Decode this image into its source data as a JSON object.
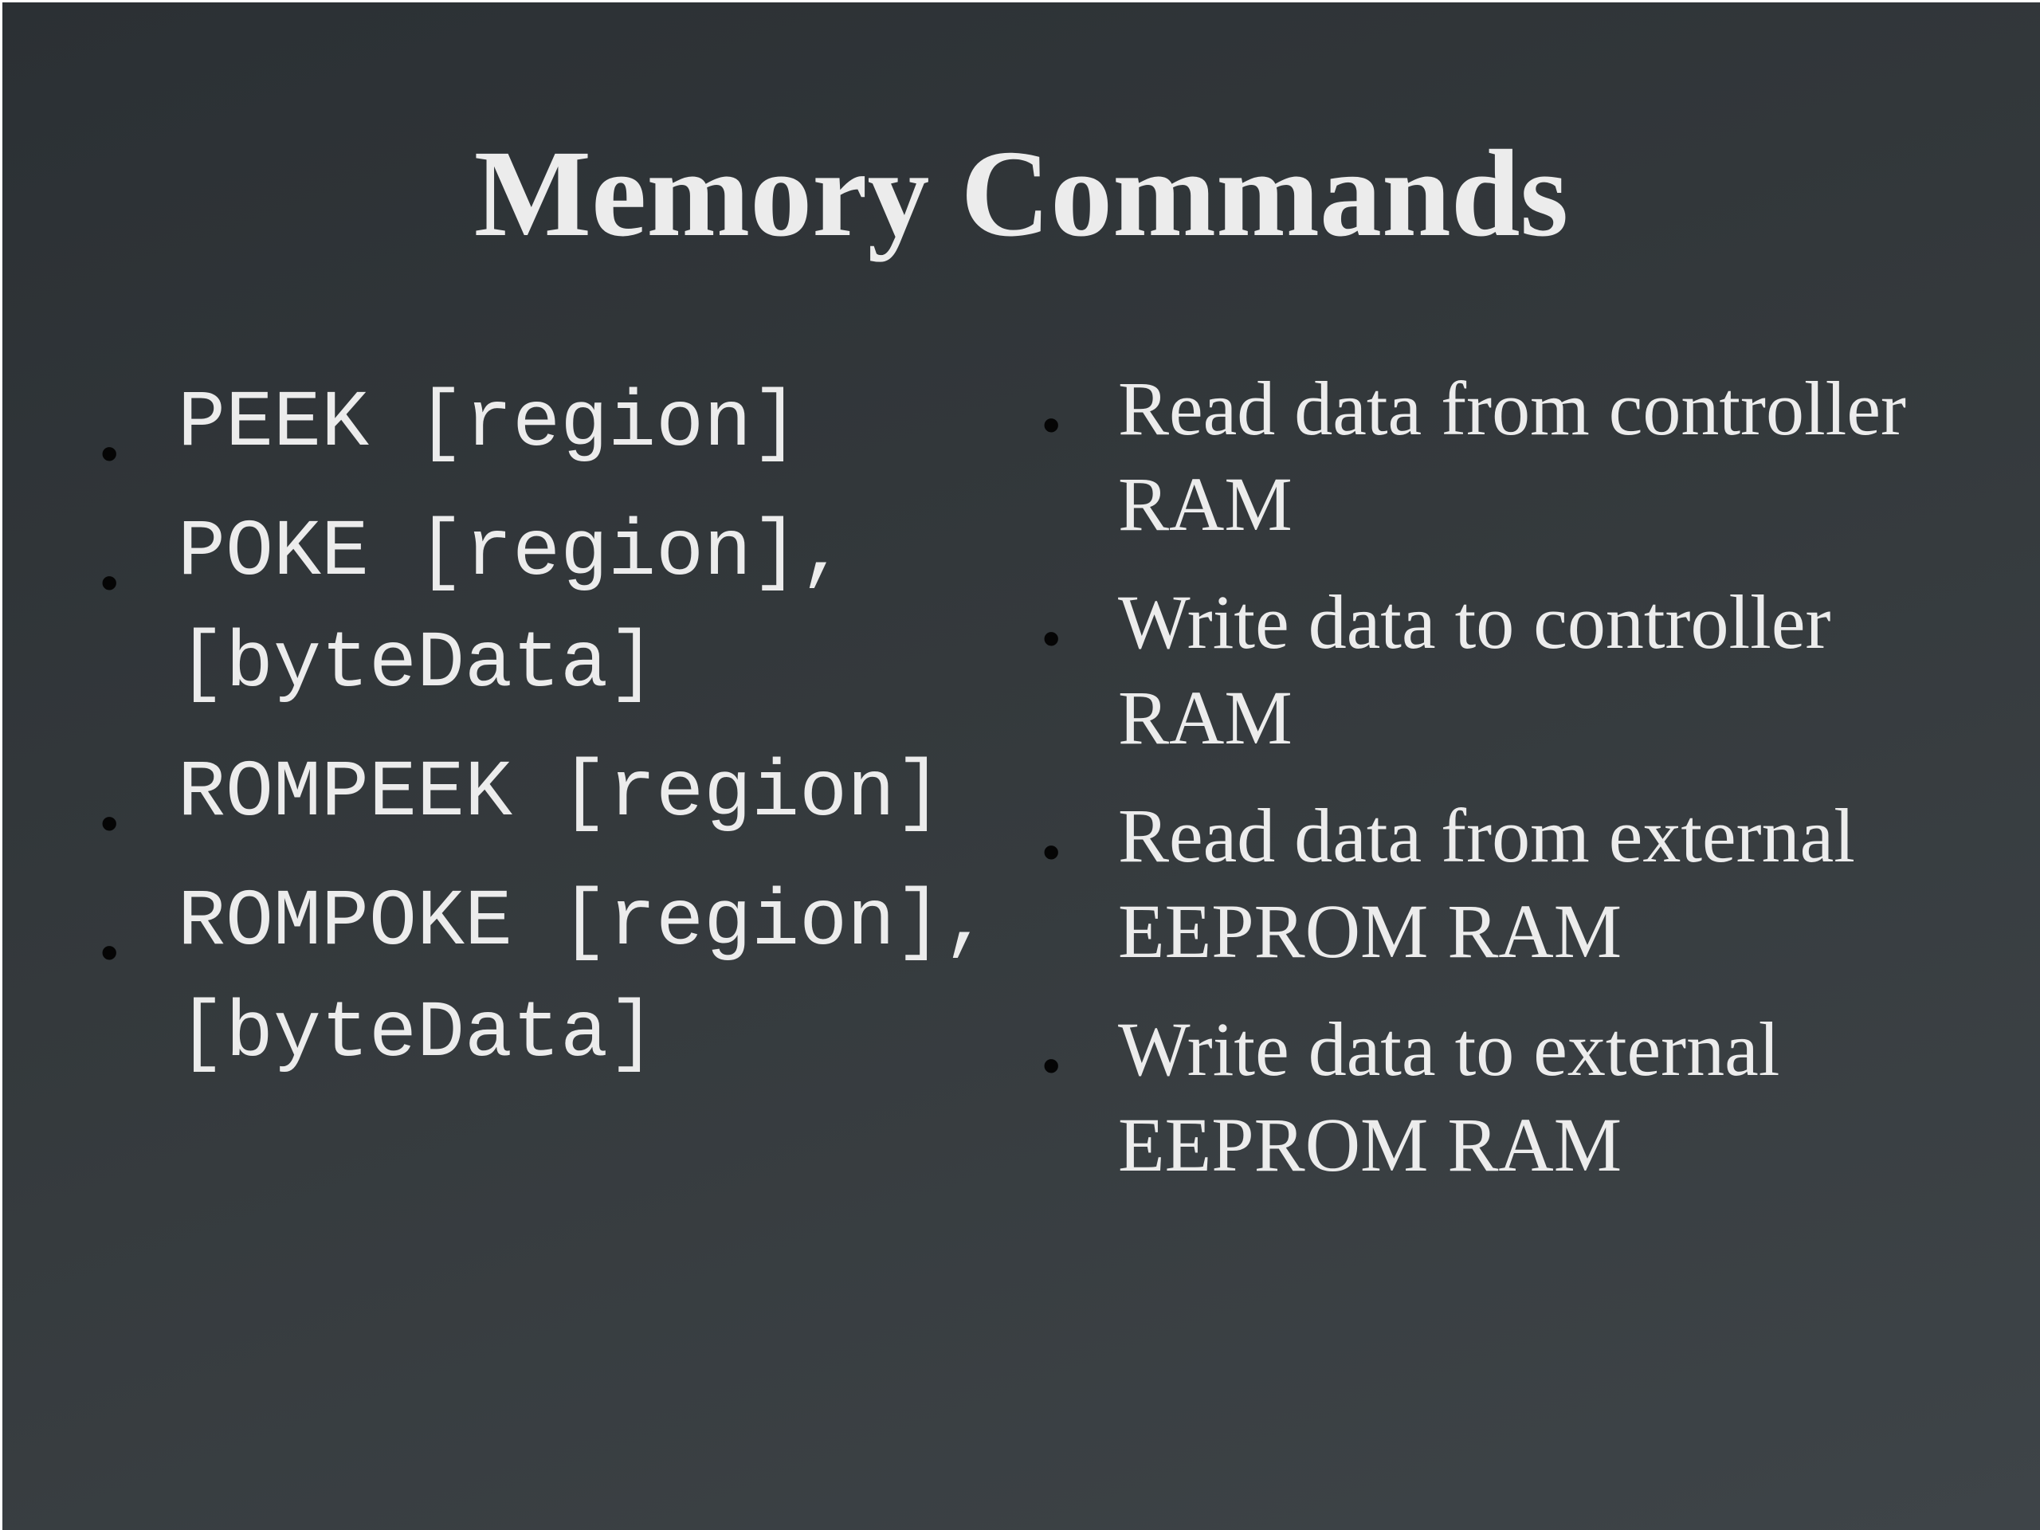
{
  "slide": {
    "title": "Memory Commands",
    "commands": [
      "PEEK [region]",
      "POKE [region], [byteData]",
      "ROMPEEK [region]",
      "ROMPOKE [region], [byteData]"
    ],
    "descriptions": [
      "Read data from controller RAM",
      "Write data to controller RAM",
      "Read data from external EEPROM RAM",
      "Write data to external EEPROM RAM"
    ],
    "bullet_glyph": "•",
    "colors": {
      "background": "#34393c",
      "text": "#ececec",
      "bullet": "#050505"
    }
  }
}
